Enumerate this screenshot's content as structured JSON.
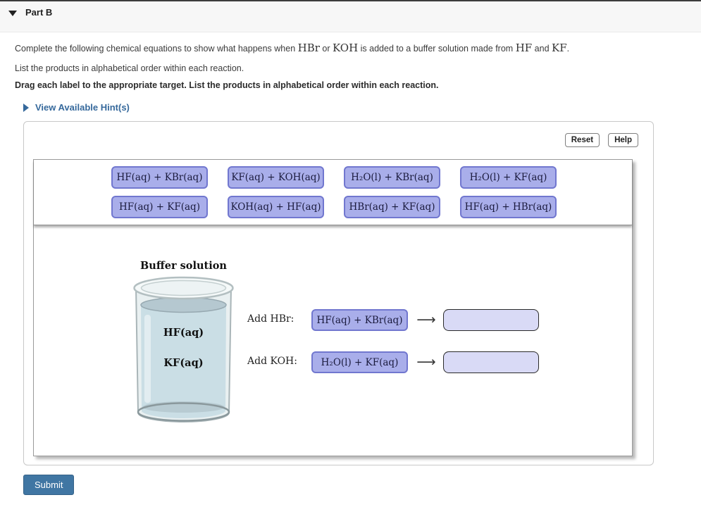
{
  "header": {
    "title": "Part B"
  },
  "instructions": {
    "line1_segments": [
      {
        "t": "Complete the following chemical equations to show what happens when "
      },
      {
        "t": "HBr",
        "chem": true
      },
      {
        "t": " or "
      },
      {
        "t": "KOH",
        "chem": true
      },
      {
        "t": " is added to a buffer solution made from "
      },
      {
        "t": "HF",
        "chem": true
      },
      {
        "t": " and "
      },
      {
        "t": "KF",
        "chem": true
      },
      {
        "t": "."
      }
    ],
    "line2": "List the products in alphabetical order within each reaction.",
    "line3": "Drag each label to the appropriate target. List the products in alphabetical order within each reaction.",
    "hint_link": "View Available Hint(s)"
  },
  "toolbar": {
    "reset": "Reset",
    "help": "Help"
  },
  "bin": {
    "chips": [
      "HF(aq) + KBr(aq)",
      "KF(aq) + KOH(aq)",
      "H₂O(l) + KBr(aq)",
      "H₂O(l) + KF(aq)",
      "HF(aq) + KF(aq)",
      "KOH(aq) + HF(aq)",
      "HBr(aq) + KF(aq)",
      "HF(aq) + HBr(aq)"
    ]
  },
  "diagram": {
    "beaker_title": "Buffer solution",
    "beaker_labels": [
      "HF(aq)",
      "KF(aq)"
    ],
    "rows": [
      {
        "label": "Add HBr:",
        "chip": "HF(aq) + KBr(aq)",
        "arrow": "⟶",
        "target_value": ""
      },
      {
        "label": "Add KOH:",
        "chip": "H₂O(l) + KF(aq)",
        "arrow": "⟶",
        "target_value": ""
      }
    ]
  },
  "footer": {
    "submit": "Submit"
  },
  "colors": {
    "chip_bg": "#a9aeea",
    "chip_border": "#7177cf",
    "target_bg": "#d9daf6",
    "submit_bg": "#4076a3",
    "link_blue": "#36699c",
    "liquid_blue": "#cadee5"
  }
}
